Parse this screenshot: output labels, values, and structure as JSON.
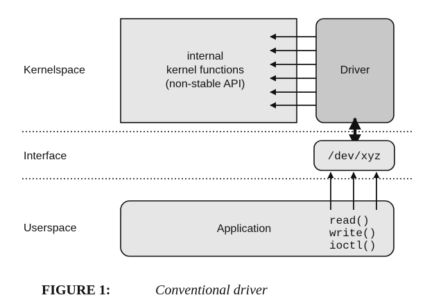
{
  "layers": {
    "kernelspace": "Kernelspace",
    "interface": "Interface",
    "userspace": "Userspace"
  },
  "boxes": {
    "kernel_functions": [
      "internal",
      "kernel functions",
      "(non-stable API)"
    ],
    "driver": "Driver",
    "dev": "/dev/xyz",
    "application": "Application",
    "syscalls": [
      "read()",
      "write()",
      "ioctl()"
    ]
  },
  "caption": {
    "label": "FIGURE 1:",
    "text": "Conventional driver"
  },
  "colors": {
    "box_fill": "#e6e6e6",
    "driver_fill": "#c8c8c8",
    "stroke": "#111111"
  }
}
